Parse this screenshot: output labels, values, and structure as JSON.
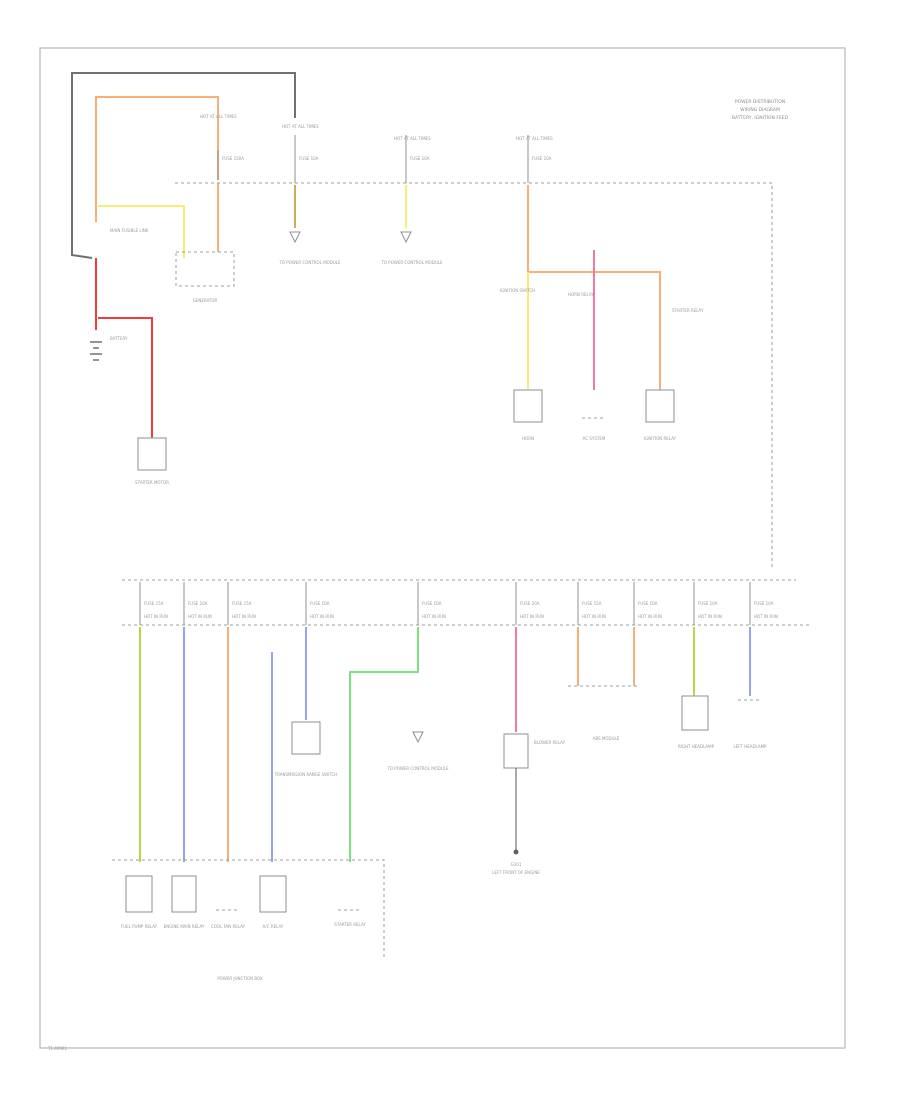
{
  "diagram": {
    "title_lines": [
      "POWER DISTRIBUTION",
      "WIRING DIAGRAM",
      "BATTERY, IGNITION FEED"
    ],
    "footer_code": "T1.40901",
    "top_section": {
      "fuses": [
        {
          "label": "FUSE 150A",
          "feed": "HOT AT ALL TIMES"
        },
        {
          "label": "FUSE 10A",
          "feed": "HOT AT ALL TIMES"
        },
        {
          "label": "FUSE 10A",
          "feed": "HOT AT ALL TIMES"
        },
        {
          "label": "FUSE 10A",
          "feed": "HOT AT ALL TIMES"
        }
      ],
      "labels": {
        "generator": "GENERATOR",
        "battery": "BATTERY",
        "starter": "STARTER MOTOR",
        "main_fuse": "MAIN FUSIBLE LINK",
        "pcm_connector_1": "TO POWER CONTROL MODULE",
        "pcm_connector_2": "TO POWER CONTROL MODULE",
        "ignition_switch": "IGNITION SWITCH",
        "horn_relay": "HORN RELAY",
        "starter_relay": "STARTER RELAY",
        "horn": "HORN",
        "ac_system": "AC SYSTEM",
        "ignition_relay": "IGNITION RELAY"
      },
      "wire_colors": [
        "BLK",
        "RED",
        "ORN",
        "YEL",
        "PNK",
        "RED/WHT",
        "BLK/YEL",
        "YEL/GRN"
      ]
    },
    "bottom_section": {
      "fuses": [
        {
          "label": "FUSE 15A",
          "feed": "HOT IN RUN"
        },
        {
          "label": "FUSE 10A",
          "feed": "HOT IN RUN"
        },
        {
          "label": "FUSE 15A",
          "feed": "HOT IN RUN"
        },
        {
          "label": "FUSE 10A",
          "feed": "HOT IN RUN"
        },
        {
          "label": "FUSE 10A",
          "feed": "HOT IN RUN"
        },
        {
          "label": "FUSE 20A",
          "feed": "HOT IN RUN"
        },
        {
          "label": "FUSE 15A",
          "feed": "HOT IN RUN"
        },
        {
          "label": "FUSE 10A",
          "feed": "HOT IN RUN"
        },
        {
          "label": "FUSE 10A",
          "feed": "HOT IN RUN"
        },
        {
          "label": "FUSE 10A",
          "feed": "HOT IN RUN"
        }
      ],
      "labels": {
        "transmission_relay": "TRANSMISSION RANGE SWITCH",
        "pcm_lower": "TO POWER CONTROL MODULE",
        "blower_relay": "BLOWER RELAY",
        "abs_module": "ABS MODULE",
        "right_headlamp": "RIGHT HEADLAMP",
        "left_headlamp": "LEFT HEADLAMP",
        "fuel_pump_relay": "FUEL PUMP RELAY",
        "engine_relay": "ENGINE MAIN RELAY",
        "cool_fan_relay": "COOL FAN RELAY",
        "ac_relay": "A/C RELAY",
        "starter_relay_2": "STARTER RELAY",
        "relay_box": "POWER JUNCTION BOX",
        "ground": "G101",
        "ground_note": "LEFT FRONT OF ENGINE"
      },
      "wire_colors": [
        "GRN/YEL",
        "BLU/YEL",
        "ORN",
        "BLU",
        "GRN",
        "PNK",
        "ORN",
        "YEL/GRN",
        "BLU/WHT",
        "BLK"
      ]
    },
    "colors": {
      "red": "#f23c3c",
      "orange": "#f7b07a",
      "yellow": "#f6ee72",
      "pink": "#f27aa0",
      "green": "#b4d84a",
      "blue": "#9aa2ee",
      "light_green": "#7ee07e",
      "black": "#707070"
    }
  }
}
